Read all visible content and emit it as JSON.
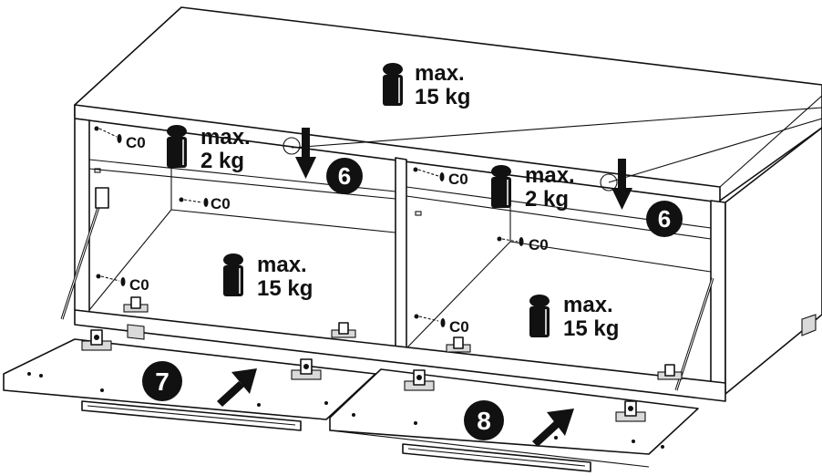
{
  "labels": {
    "max": "max.",
    "load_top": "15 kg",
    "load_shelf": "2 kg",
    "load_bottom": "15 kg",
    "co": "C0"
  },
  "steps": [
    "6",
    "6",
    "7",
    "8"
  ],
  "colors": {
    "line": "#111111",
    "panel": "#ffffff",
    "shade": "#d9d9d9"
  },
  "icons": [
    "weight-icon",
    "down-arrow-icon",
    "push-arrow-icon",
    "hinge-icon",
    "dowel-icon",
    "gas-strut-icon"
  ]
}
